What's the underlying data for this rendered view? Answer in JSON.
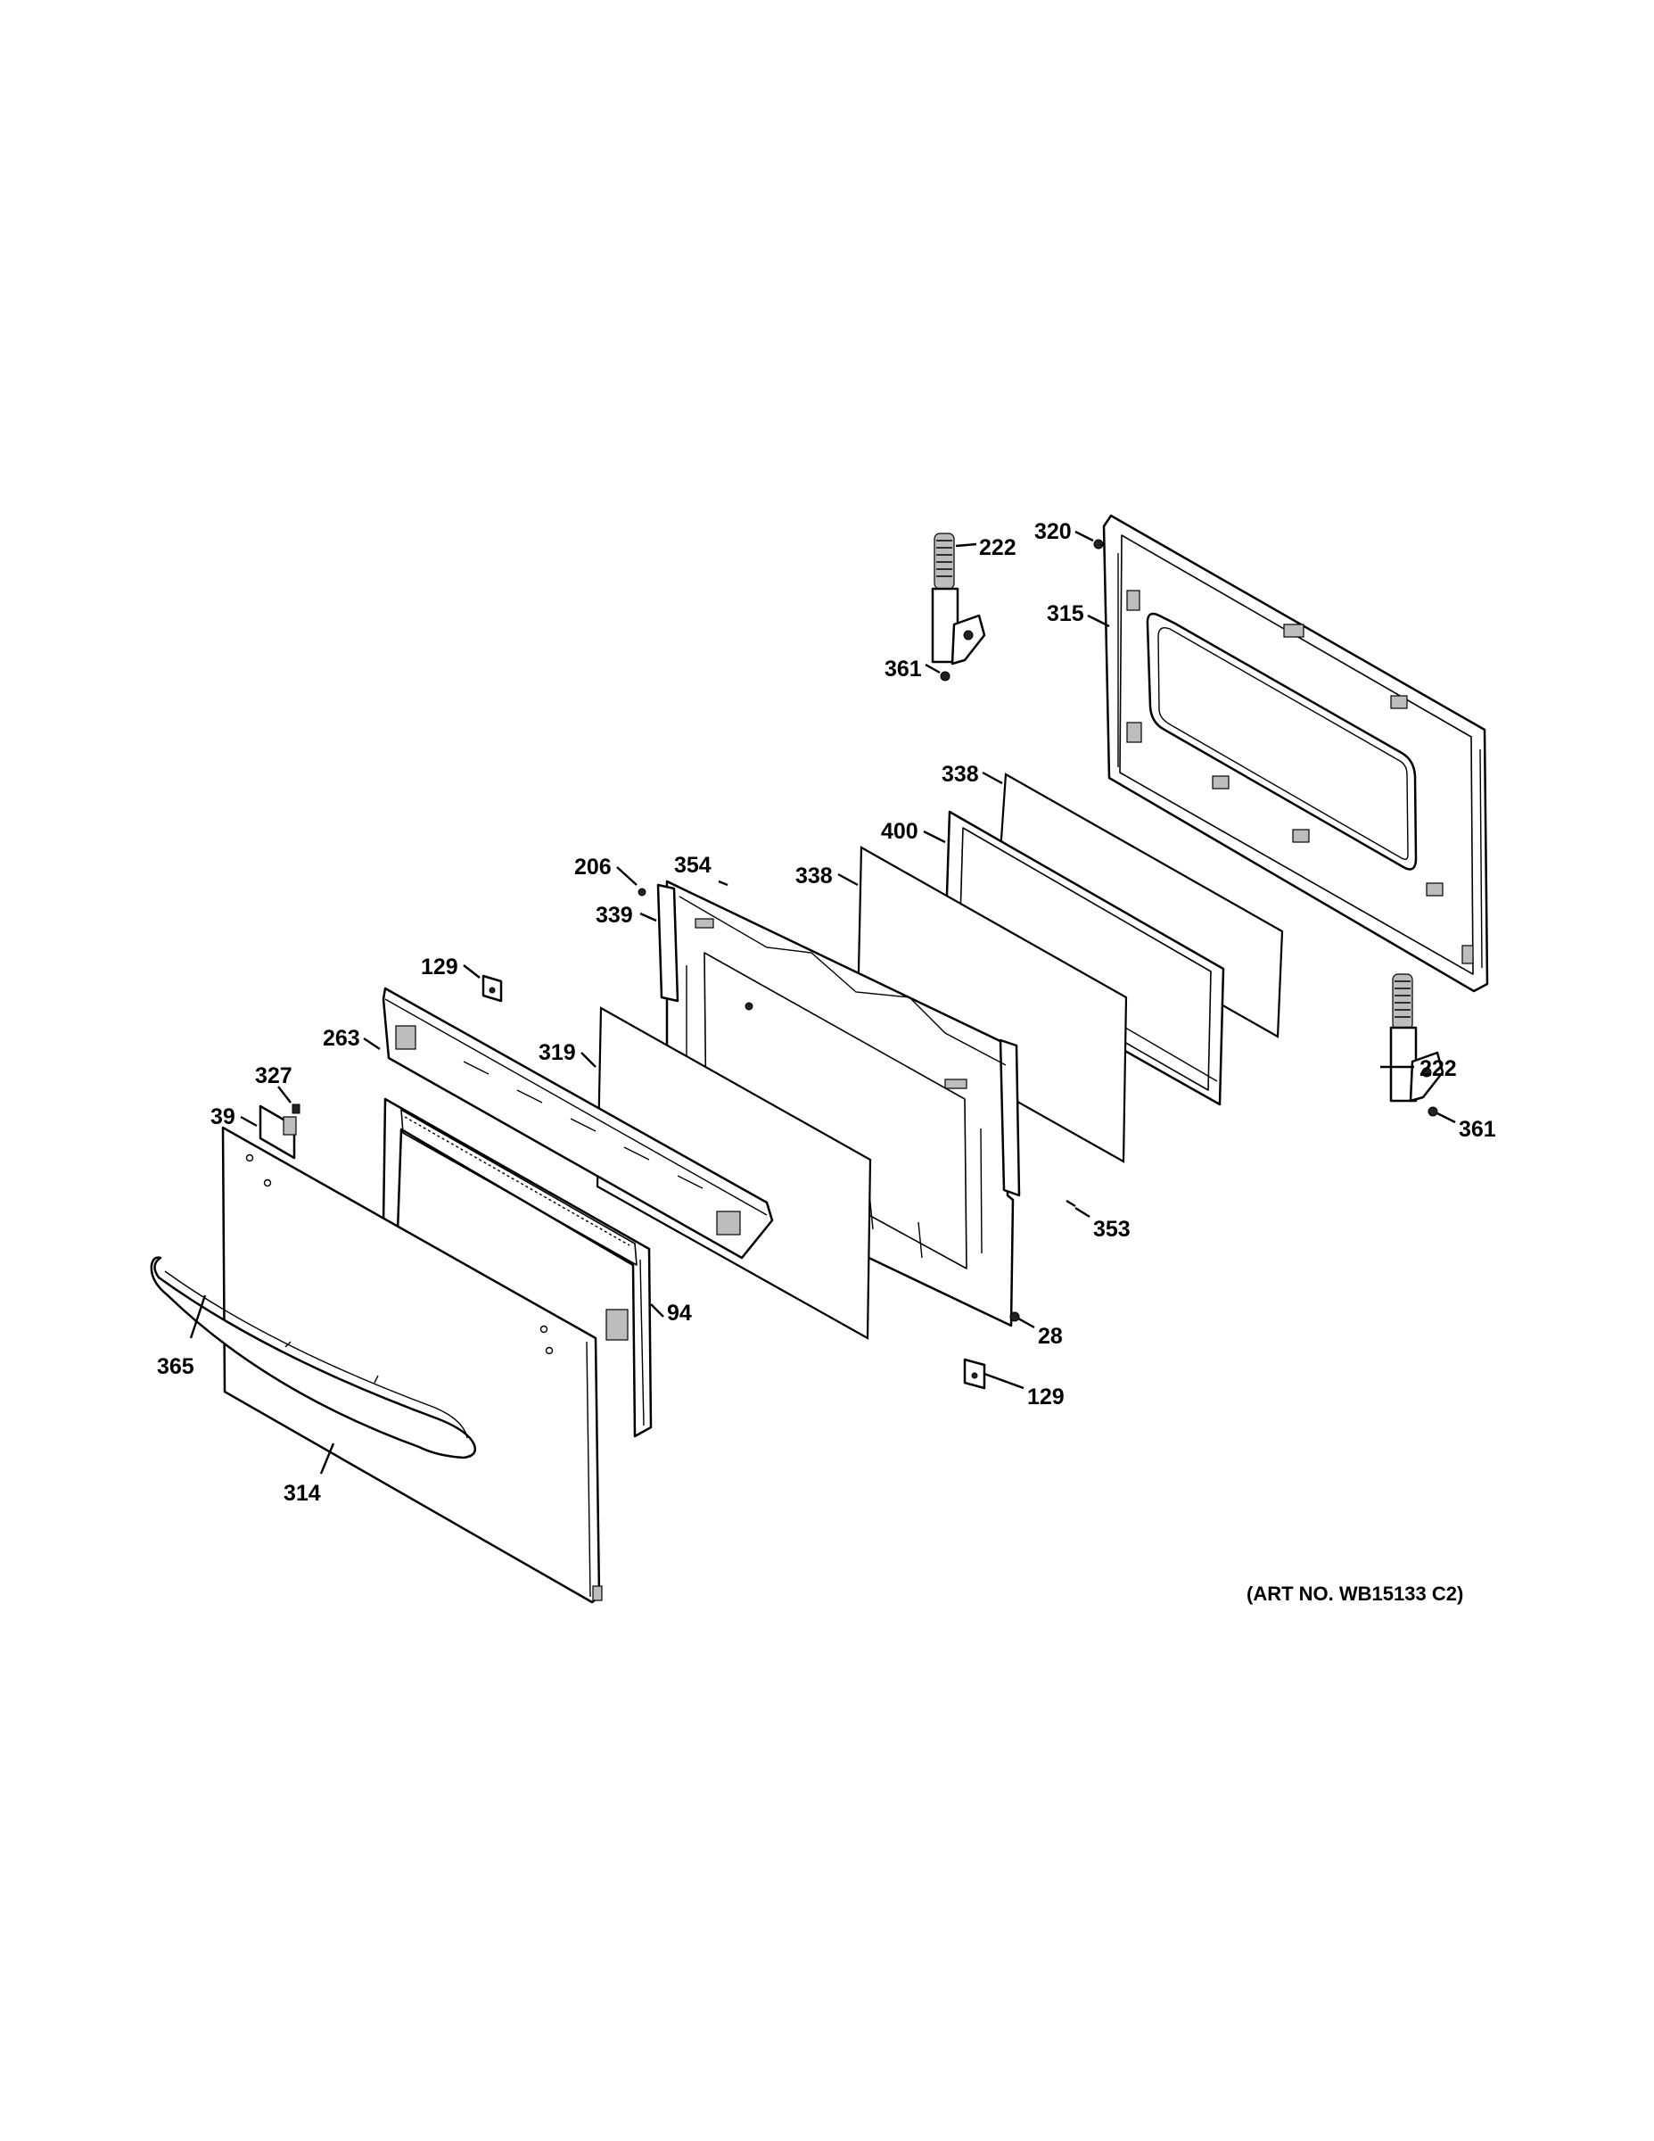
{
  "callouts": {
    "c222a": "222",
    "c320": "320",
    "c315": "315",
    "c361a": "361",
    "c338a": "338",
    "c400": "400",
    "c338b": "338",
    "c206": "206",
    "c354": "354",
    "c339": "339",
    "c129a": "129",
    "c319": "319",
    "c263": "263",
    "c327": "327",
    "c39": "39",
    "c222b": "222",
    "c361b": "361",
    "c353": "353",
    "c94": "94",
    "c28": "28",
    "c365": "365",
    "c129b": "129",
    "c314": "314"
  },
  "art_number": "(ART NO. WB15133 C2)"
}
